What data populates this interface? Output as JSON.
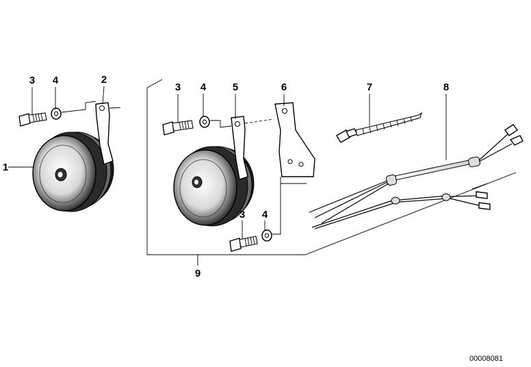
{
  "callouts": {
    "c1": "1",
    "c2": "2",
    "c3a": "3",
    "c4a": "4",
    "c3b": "3",
    "c4b": "4",
    "c5": "5",
    "c6": "6",
    "c7": "7",
    "c8": "8",
    "c3c": "3",
    "c4c": "4",
    "c9": "9"
  },
  "document_id": "00008081"
}
